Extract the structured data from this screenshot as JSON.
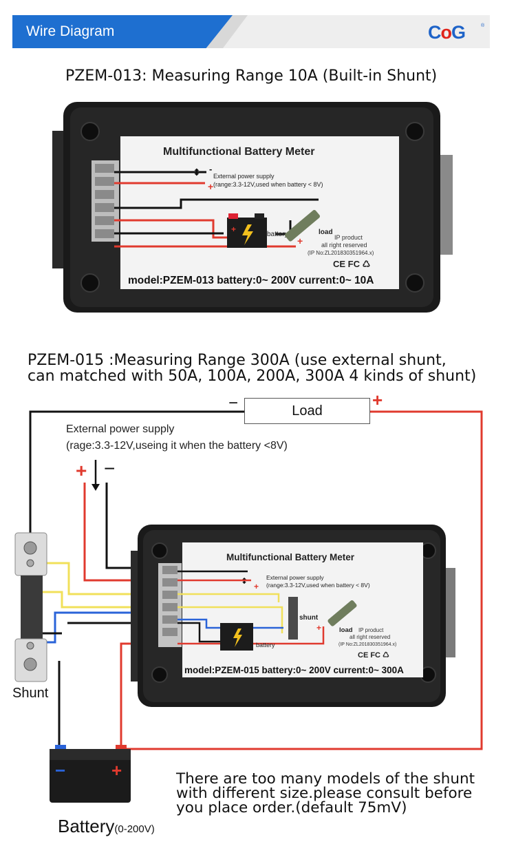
{
  "header": {
    "title": "Wire Diagram",
    "logo_left": "C",
    "logo_mid": "o",
    "logo_right": "G",
    "logo_mark": "®"
  },
  "model1": {
    "caption": "PZEM-013: Measuring Range 10A (Built-in Shunt)",
    "label_title": "Multifunctional Battery Meter",
    "ext_supply": "External power supply",
    "ext_range": "(range:3.3-12V,used when battery < 8V)",
    "battery": "battery",
    "load": "load",
    "ip1": "IP product",
    "ip2": "all right reserved",
    "ip3": "(IP No:ZL201830351964.x)",
    "cert": "CE FC ♺",
    "model_line": "model:PZEM-013 battery:0~ 200V current:0~ 10A"
  },
  "model2": {
    "caption_line1": "PZEM-015 :Measuring Range 300A (use external shunt,",
    "caption_line2": "can matched with 50A, 100A, 200A, 300A 4 kinds of shunt)",
    "label_title": "Multifunctional Battery Meter",
    "ext_supply": "External power supply",
    "ext_range": "(range:3.3-12V,used when battery < 8V)",
    "shunt": "shunt",
    "battery": "battery",
    "load": "load",
    "ip1": "IP product",
    "ip2": "all right reserved",
    "ip3": "(IP No:ZL201830351964.x)",
    "cert": "CE FC ♺",
    "model_line": "model:PZEM-015 battery:0~ 200V current:0~ 300A"
  },
  "diagram": {
    "load": "Load",
    "ext_line1": "External power supply",
    "ext_line2": "(rage:3.3-12V,useing it when the battery <8V)",
    "plus": "+",
    "minus": "−",
    "shunt": "Shunt",
    "battery": "Battery",
    "battery_range": "(0-200V)"
  },
  "note": {
    "line1": "There are too many models of the shunt",
    "line2": "with different size.please consult before",
    "line3": "you place order.(default 75mV)"
  },
  "colors": {
    "red": "#e03a2e",
    "yellow": "#f1e05a",
    "blue": "#2a63d8",
    "black": "#111111",
    "header_blue": "#1e6fd0"
  }
}
